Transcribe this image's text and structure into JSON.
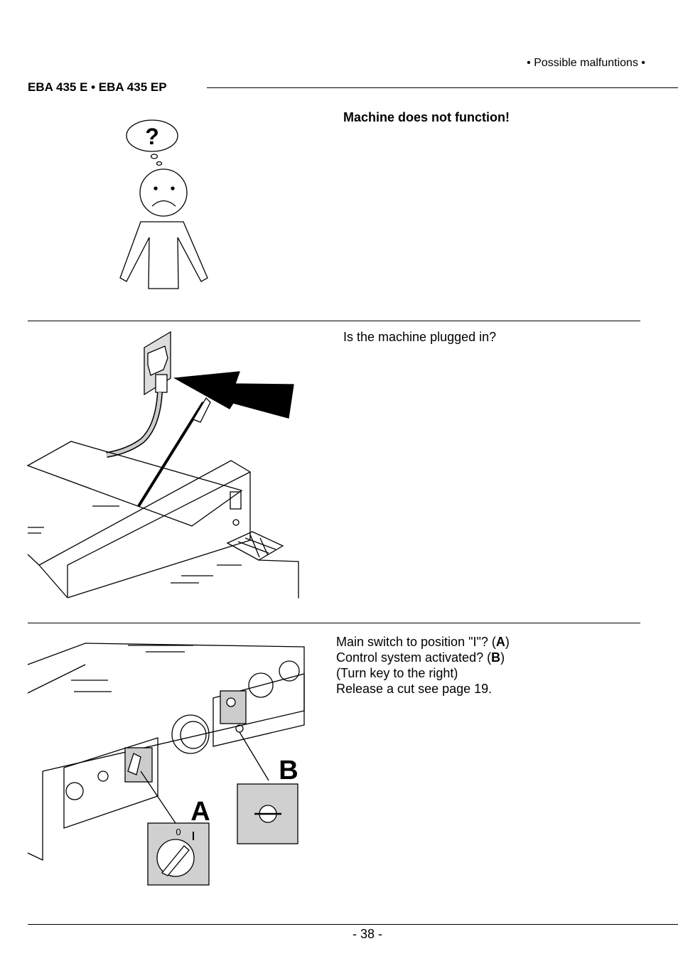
{
  "header": {
    "section": "• Possible malfuntions •",
    "model": "EBA 435 E • EBA 435 EP"
  },
  "steps": [
    {
      "title": "Machine does not function!"
    },
    {
      "text": "Is the machine plugged in?"
    },
    {
      "lines": [
        {
          "pre": "Main switch to position \"I\"? (",
          "bold": "A",
          "post": ")"
        },
        {
          "pre": "Control system activated? (",
          "bold": "B",
          "post": ")"
        },
        {
          "pre": "(Turn key to the right)",
          "bold": "",
          "post": ""
        },
        {
          "pre": "Release a cut see page 19.",
          "bold": "",
          "post": ""
        }
      ]
    }
  ],
  "figure": {
    "thought_symbol": "?",
    "label_a": "A",
    "label_b": "B",
    "switch_zero": "0",
    "switch_one": "I"
  },
  "footer": {
    "page": "- 38 -"
  }
}
